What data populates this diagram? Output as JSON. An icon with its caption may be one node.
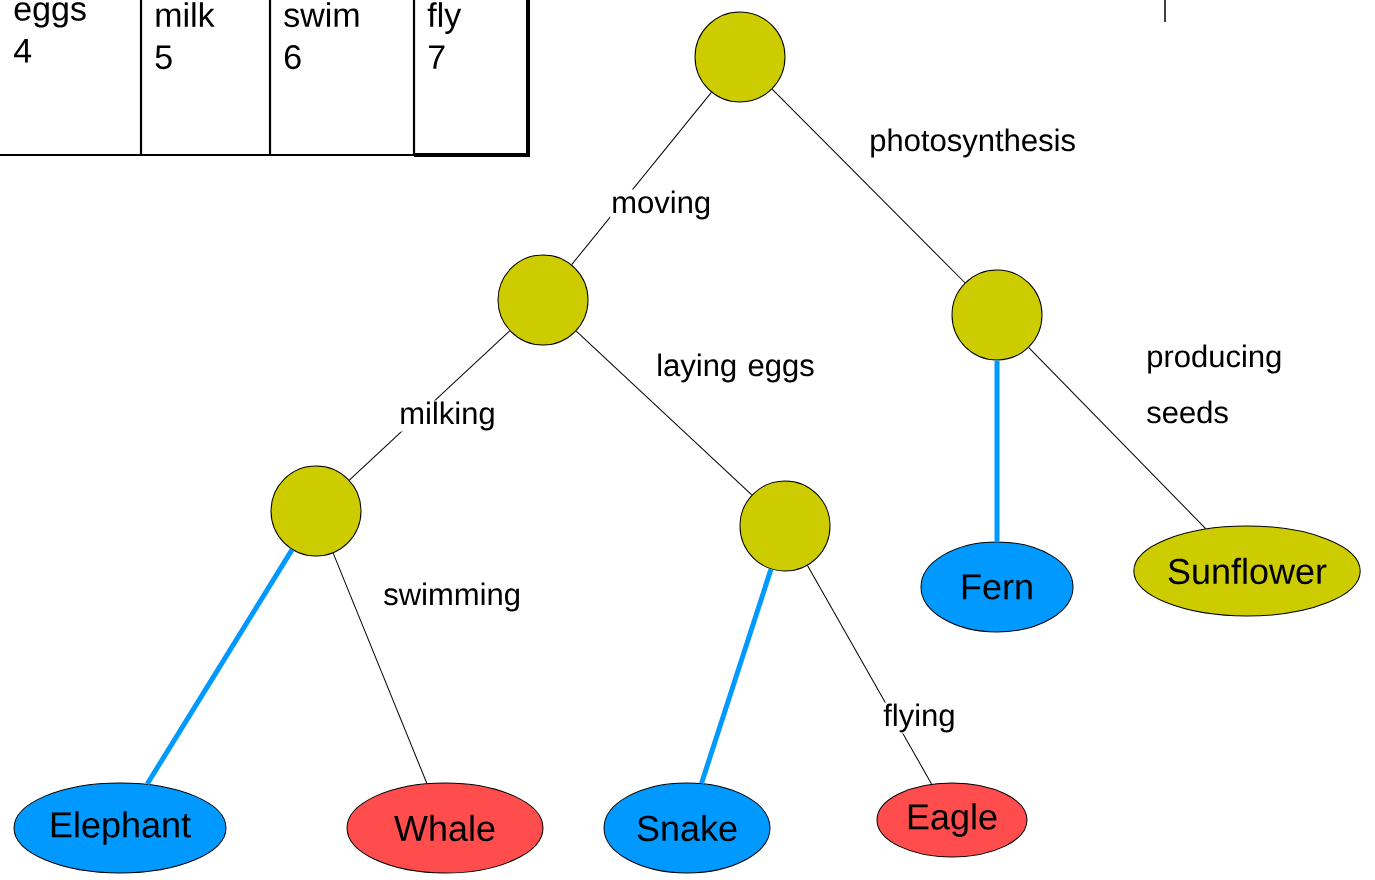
{
  "diagram": {
    "nodes": [
      {
        "text": [],
        "shape": "circle"
      },
      {
        "text": [],
        "shape": "circle"
      },
      {
        "text": [],
        "shape": "circle"
      },
      {
        "text": [],
        "shape": "circle"
      },
      {
        "text": [],
        "shape": "circle"
      },
      {
        "text": [
          "Elephant"
        ]
      },
      {
        "text": [
          "Whale"
        ]
      },
      {
        "text": [
          "Snake"
        ]
      },
      {
        "text": [
          "Eagle"
        ]
      },
      {
        "text": [
          "Fern"
        ]
      },
      {
        "text": [
          "Sunflower"
        ]
      }
    ],
    "edges": [
      {
        "from": 0,
        "to": 1,
        "arrow": "none",
        "label": "moving"
      },
      {
        "from": 0,
        "to": 2,
        "arrow": "none",
        "label": "photosynthesis"
      },
      {
        "from": 1,
        "to": 3,
        "arrow": "none",
        "label": "milking"
      },
      {
        "from": 1,
        "to": 4,
        "arrow": "none",
        "label": "laying eggs"
      },
      {
        "from": 2,
        "to": 9,
        "arrow": "none",
        "style": "thick",
        "color": "#0099ff"
      },
      {
        "from": 2,
        "to": 10,
        "arrow": "none",
        "label": "producing seeds"
      },
      {
        "from": 3,
        "to": 5,
        "arrow": "none",
        "style": "thick",
        "color": "#0099ff"
      },
      {
        "from": 3,
        "to": 6,
        "arrow": "none",
        "label": "swimming"
      },
      {
        "from": 4,
        "to": 7,
        "arrow": "none",
        "style": "thick",
        "color": "#0099ff"
      },
      {
        "from": 4,
        "to": 8,
        "arrow": "none",
        "label": "flying"
      }
    ],
    "labels": [
      "eggs",
      "milk",
      "swim",
      "fly",
      "4",
      "5",
      "6",
      "7"
    ]
  }
}
